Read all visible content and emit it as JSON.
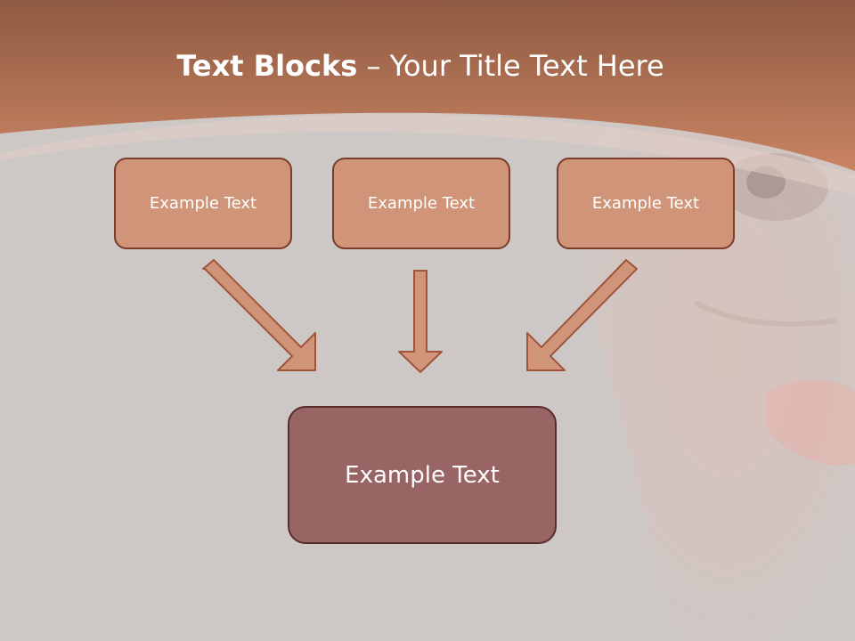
{
  "slide": {
    "title_bold": "Text Blocks",
    "title_separator": "–",
    "title_rest": "Your Title Text Here"
  },
  "blocks": {
    "top": [
      "Example Text",
      "Example Text",
      "Example Text"
    ],
    "bottom": "Example Text"
  },
  "colors": {
    "header": "#c07858",
    "box_fill": "#d09478",
    "box_border": "#7b3c2a",
    "main_box_fill": "#986464",
    "arrow_fill": "#d09478"
  }
}
